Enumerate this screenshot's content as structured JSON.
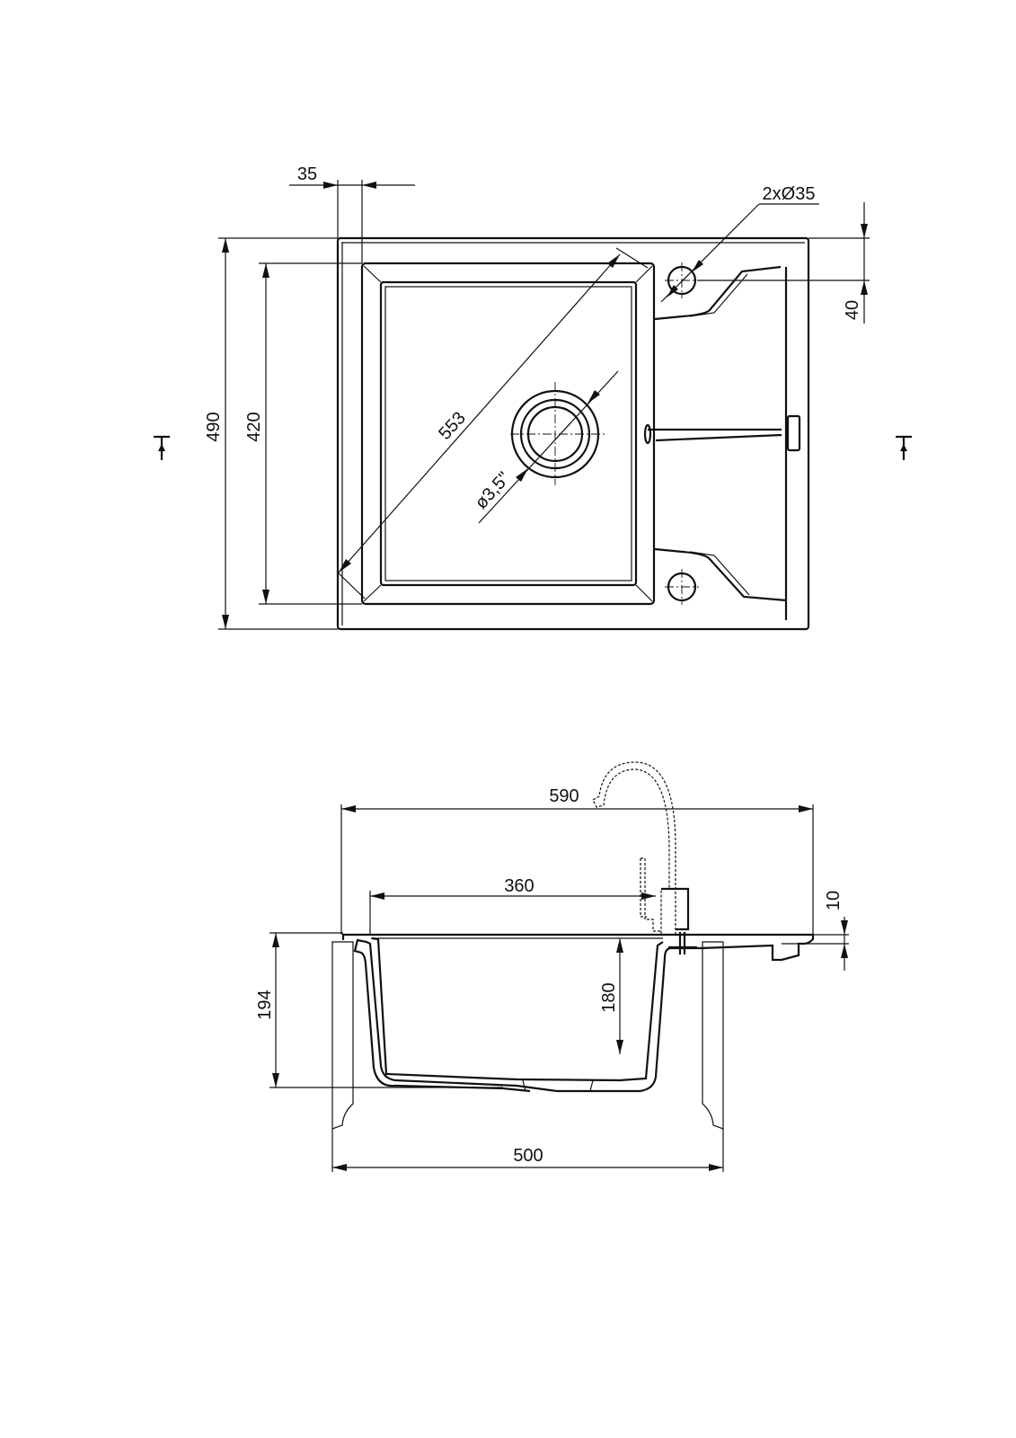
{
  "top_view": {
    "dim_rim_width": "35",
    "dim_tap_holes": "2xØ35",
    "dim_hole_offset": "40",
    "dim_total_depth": "490",
    "dim_bowl_depth": "420",
    "dim_diagonal": "553",
    "dim_drain": "ø3,5\""
  },
  "side_view": {
    "dim_total_width": "590",
    "dim_bowl_width": "360",
    "dim_rim_thickness": "10",
    "dim_total_height": "194",
    "dim_bowl_height": "180",
    "dim_cabinet_width": "500"
  }
}
